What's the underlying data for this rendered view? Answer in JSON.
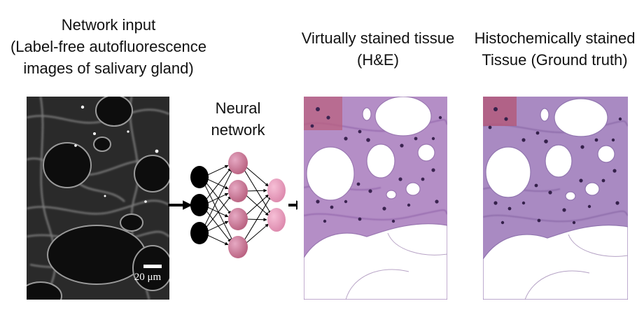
{
  "input_caption": {
    "line1": "Network input",
    "line2": "(Label-free autofluorescence",
    "line3": "images of salivary gland)"
  },
  "nn_caption": {
    "line1": "Neural",
    "line2": "network"
  },
  "virtual_caption": {
    "line1": "Virtually stained tissue",
    "line2": "(H&E)"
  },
  "histo_caption": {
    "line1": "Histochemically stained",
    "line2": "Tissue (Ground truth)"
  },
  "scale_bar": {
    "label": "20 μm"
  },
  "network": {
    "layers": [
      3,
      4,
      2
    ],
    "colors": {
      "input": "#000000",
      "hidden": "#c77a9a",
      "output": "#e691b4"
    }
  },
  "colors": {
    "autofluorescence_bg": "#1c1c1c",
    "he_background": "#f3eff5",
    "he_stroma": "#b58ec8",
    "he_nuclei": "#3a2350"
  }
}
